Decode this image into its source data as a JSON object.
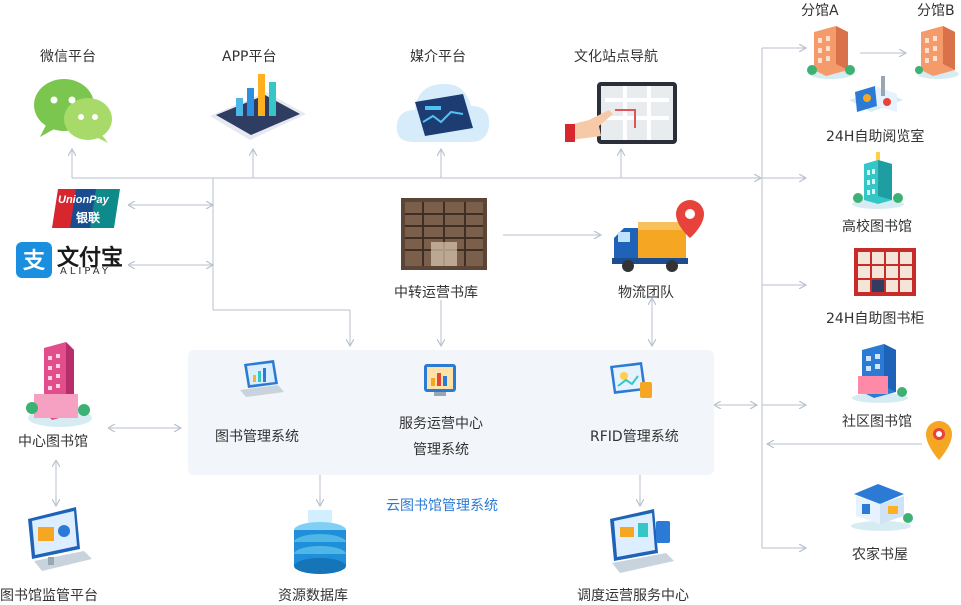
{
  "top_platforms": {
    "wechat": "微信平台",
    "app": "APP平台",
    "media": "媒介平台",
    "navigation": "文化站点导航"
  },
  "payments": {
    "unionpay_en": "UnionPay",
    "unionpay_cn": "银联",
    "alipay_cn": "文付宝",
    "alipay_en": "ALIPAY"
  },
  "middle": {
    "warehouse": "中转运营书库",
    "logistics": "物流团队"
  },
  "cloud_system": {
    "title": "云图书馆管理系统",
    "library_mgmt": "图书管理系统",
    "service_line1": "服务运营中心",
    "service_line2": "管理系统",
    "rfid": "RFID管理系统"
  },
  "left": {
    "central_library": "中心图书馆",
    "monitor_platform": "图书馆监管平台"
  },
  "bottom": {
    "resource_db": "资源数据库",
    "dispatch_center": "调度运营服务中心"
  },
  "right": {
    "branch_a": "分馆A",
    "branch_b": "分馆B",
    "reading_room": "24H自助阅览室",
    "university_library": "高校图书馆",
    "book_cabinet": "24H自助图书柜",
    "community_library": "社区图书馆",
    "farm_library": "农家书屋"
  },
  "colors": {
    "line": "#b8c2cc",
    "accent_blue": "#2b7bd6",
    "wechat_green": "#6cc24a",
    "alipay_blue": "#1a8fe0",
    "unionpay_red": "#d8262f",
    "panel": "#f2f5f9"
  }
}
